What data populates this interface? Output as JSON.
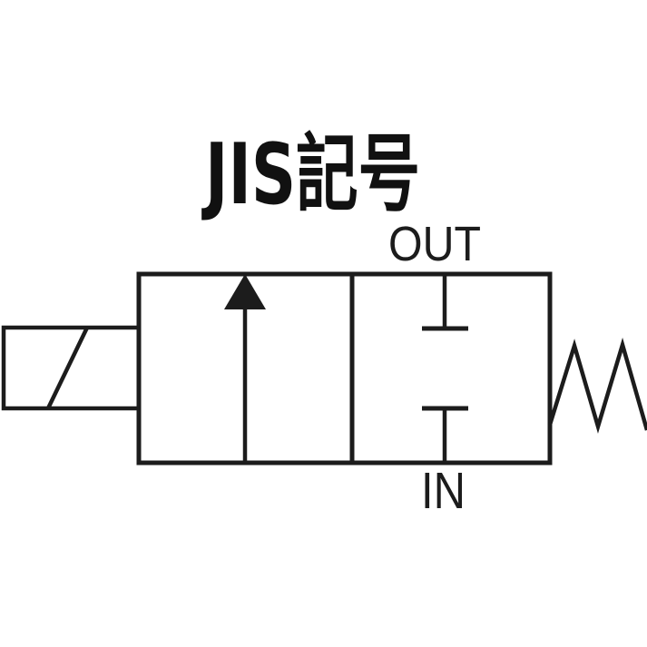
{
  "title": "JIS記号",
  "labels": {
    "out": "OUT",
    "in": "IN"
  },
  "colors": {
    "background": "#ffffff",
    "line": "#1c1c1c",
    "text": "#111111"
  },
  "symbols": {
    "coil": "solenoid-coil-icon",
    "arrow": "flow-path-arrow-icon",
    "port_out": "blocked-port-out-icon",
    "port_in": "blocked-port-in-icon",
    "spring": "return-spring-icon"
  }
}
